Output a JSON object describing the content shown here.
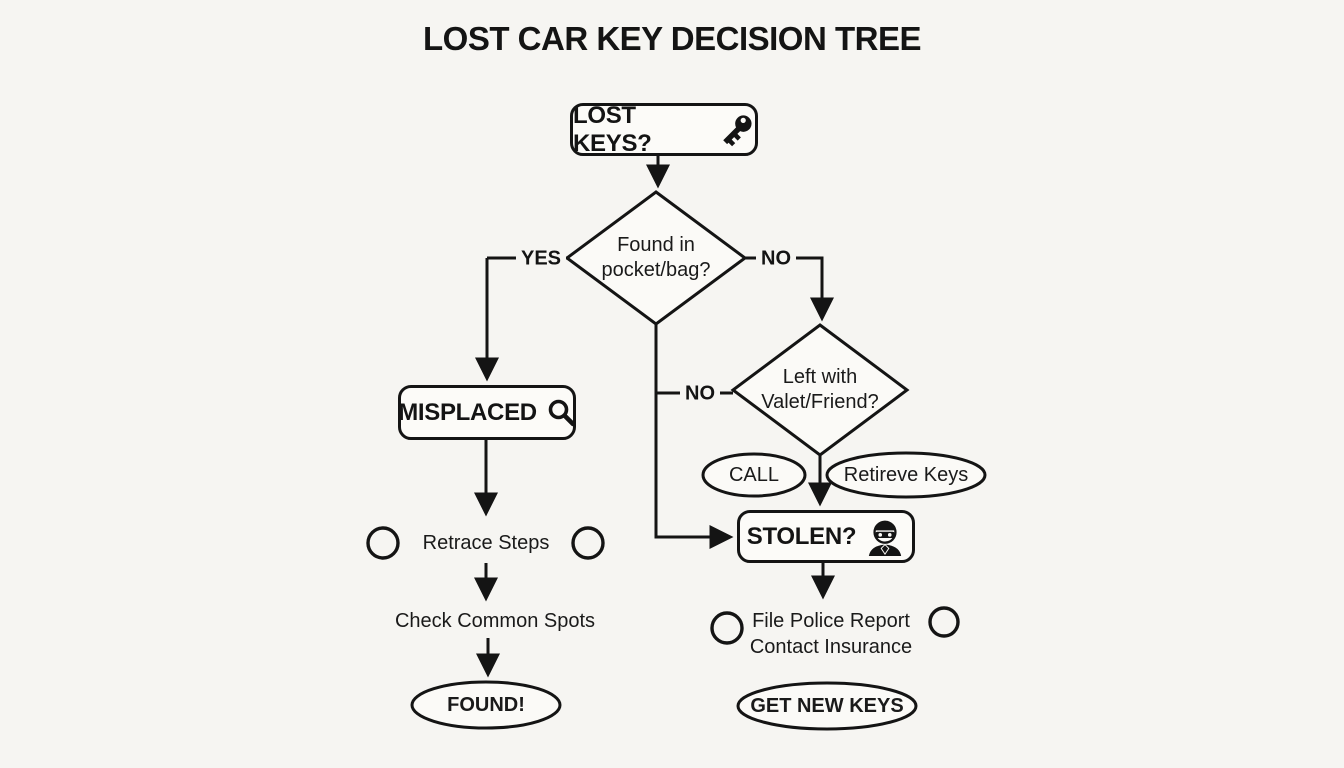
{
  "title": "LOST CAR KEY DECISION TREE",
  "colors": {
    "background": "#f6f5f2",
    "ink": "#141414",
    "node_fill": "#fcfbf8"
  },
  "nodes": {
    "lost_keys": {
      "label": "LOST KEYS?",
      "icon": "key-icon"
    },
    "found_in_pocket": {
      "line1": "Found in",
      "line2": "pocket/bag?"
    },
    "misplaced": {
      "label": "MISPLACED",
      "icon": "magnifier-icon"
    },
    "left_with_valet": {
      "line1": "Left with",
      "line2": "Valet/Friend?"
    },
    "call": {
      "label": "CALL"
    },
    "retrieve_keys": {
      "label": "Retireve Keys"
    },
    "stolen": {
      "label": "STOLEN?",
      "icon": "thief-icon"
    },
    "retrace_steps": {
      "label": "Retrace Steps"
    },
    "check_common_spots": {
      "label": "Check Common Spots"
    },
    "found": {
      "label": "FOUND!"
    },
    "police_insurance": {
      "line1": "File Police Report",
      "line2": "Contact Insurance"
    },
    "get_new_keys": {
      "label": "GET NEW KEYS"
    }
  },
  "edge_labels": {
    "yes": "YES",
    "no_right": "NO",
    "no_middle": "NO"
  }
}
